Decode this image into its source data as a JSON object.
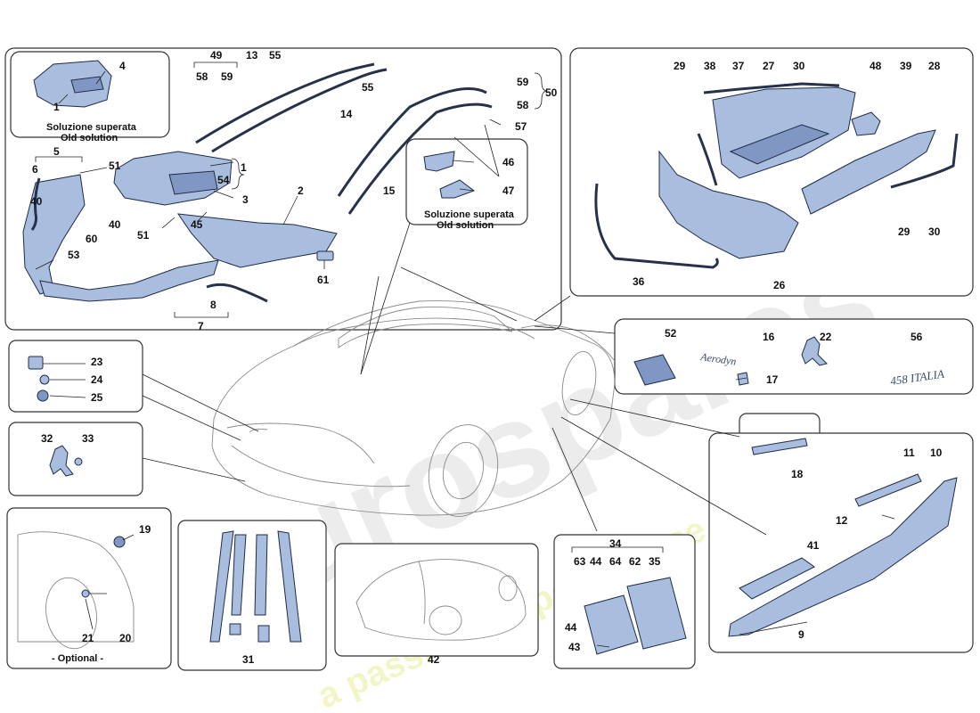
{
  "watermark": {
    "brand": "eurospares",
    "tagline": "a passion for parts since 1985"
  },
  "captions": {
    "old_solution_it_1": "Soluzione superata",
    "old_solution_en_1": "Old solution",
    "old_solution_it_2": "Soluzione superata",
    "old_solution_en_2": "Old solution",
    "optional": "- Optional -",
    "badge_text": "458 ITALIA"
  },
  "callouts": [
    "1",
    "2",
    "3",
    "4",
    "5",
    "6",
    "7",
    "8",
    "9",
    "10",
    "11",
    "12",
    "13",
    "14",
    "15",
    "16",
    "17",
    "18",
    "19",
    "20",
    "21",
    "22",
    "23",
    "24",
    "25",
    "26",
    "27",
    "28",
    "29",
    "29",
    "30",
    "30",
    "31",
    "32",
    "33",
    "34",
    "35",
    "36",
    "37",
    "38",
    "39",
    "40",
    "40",
    "41",
    "42",
    "43",
    "44",
    "44",
    "45",
    "46",
    "47",
    "48",
    "49",
    "51",
    "51",
    "52",
    "53",
    "54",
    "55",
    "55",
    "56",
    "57",
    "58",
    "58",
    "59",
    "59",
    "60",
    "61",
    "62",
    "63",
    "64",
    "1",
    "50"
  ]
}
